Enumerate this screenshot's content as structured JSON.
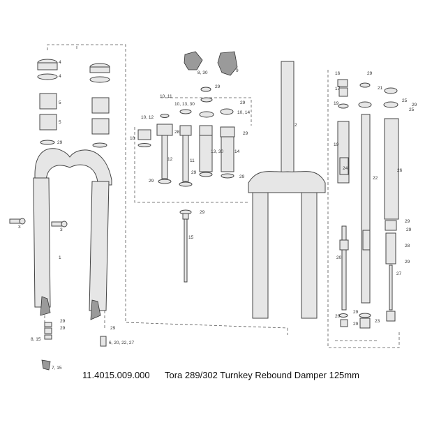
{
  "caption": {
    "part_number": "11.4015.009.000",
    "title": "Tora 289/302 Turnkey Rebound Damper 125mm"
  },
  "callouts": {
    "c1": "1",
    "c2": "2",
    "c3a": "3",
    "c3b": "3",
    "c4a": "4",
    "c4b": "4",
    "c5a": "5",
    "c5b": "5",
    "c6": "6, 20, 22, 27",
    "c7": "7, 15",
    "c8_30": "8, 30",
    "c8_15": "8, 15",
    "c9": "9",
    "c10_11": "10, 11",
    "c10_12": "10, 12",
    "c10_13_30": "10, 13, 30",
    "c10_14": "10, 14",
    "c11": "11",
    "c12": "12",
    "c13_30": "13, 30",
    "c14": "14",
    "c15": "15",
    "c16": "16",
    "c17": "17",
    "c18": "18",
    "c19a": "19",
    "c19b": "19",
    "c20a": "20",
    "c20b": "20",
    "c21": "21",
    "c22": "22",
    "c23": "23",
    "c24": "24",
    "c25a": "25",
    "c25b": "25",
    "c26": "26",
    "c27": "27",
    "c28a": "28",
    "c28b": "28",
    "c29": "29",
    "c29b": "29",
    "c29c": "29",
    "c29d": "29",
    "c29e": "29",
    "c29f": "29",
    "c29g": "29",
    "c29h": "29",
    "c29i": "29",
    "c29j": "29",
    "c29k": "29",
    "c29l": "29",
    "c29m": "29",
    "c29n": "29",
    "c29o": "29",
    "c29p": "29",
    "c29q": "29",
    "c29r": "29"
  }
}
